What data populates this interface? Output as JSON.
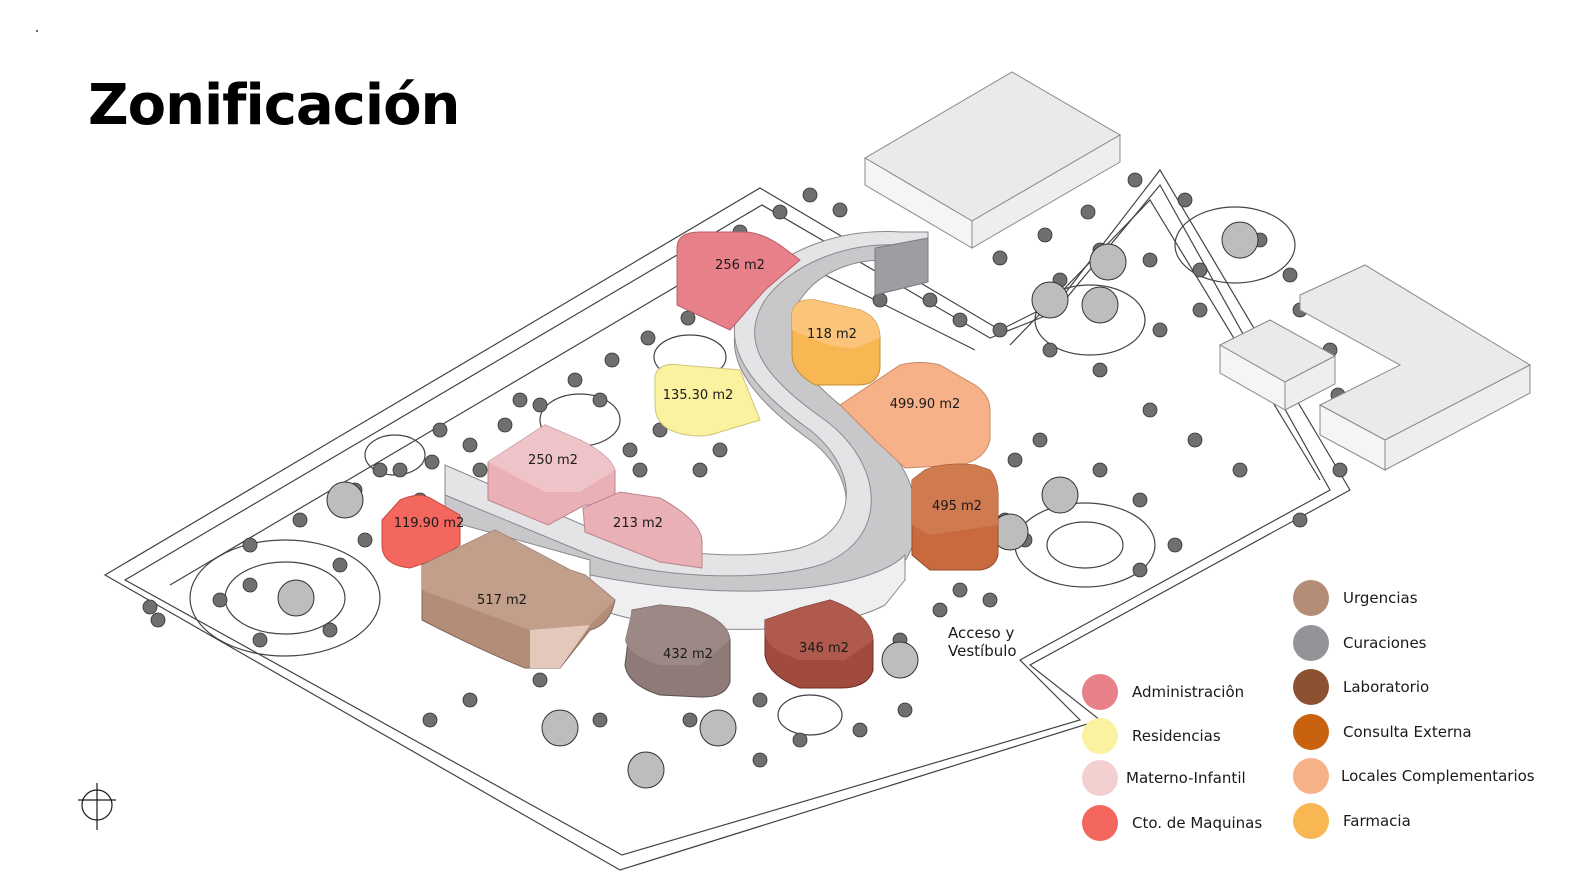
{
  "title": "Zonificación",
  "access_label": [
    "Acceso y",
    "Vestíbulo"
  ],
  "areas": [
    {
      "label": "256 m2",
      "zone": "Administraciôn"
    },
    {
      "label": "118 m2",
      "zone": "Farmacia"
    },
    {
      "label": "135.30 m2",
      "zone": "Residencias"
    },
    {
      "label": "499.90 m2",
      "zone": "Locales Complementarios"
    },
    {
      "label": "250 m2",
      "zone": "Materno-Infantil"
    },
    {
      "label": "213 m2",
      "zone": "Materno-Infantil"
    },
    {
      "label": "119.90 m2",
      "zone": "Cto. de Maquinas"
    },
    {
      "label": "495 m2",
      "zone": "Consulta Externa"
    },
    {
      "label": "517 m2",
      "zone": "Urgencias"
    },
    {
      "label": "432 m2",
      "zone": "Curaciones"
    },
    {
      "label": "346 m2",
      "zone": "Laboratorio"
    }
  ],
  "legend_left": [
    {
      "label": "Administraciôn",
      "color": "#e8808a"
    },
    {
      "label": "Residencias",
      "color": "#fbf2a0"
    },
    {
      "label": "Materno-Infantil",
      "color": "#f4cfd0"
    },
    {
      "label": "Cto. de Maquinas",
      "color": "#f3675e"
    }
  ],
  "legend_right": [
    {
      "label": "Urgencias",
      "color": "#b48d77"
    },
    {
      "label": "Curaciones",
      "color": "#959399"
    },
    {
      "label": "Laboratorio",
      "color": "#8b5130"
    },
    {
      "label": "Consulta Externa",
      "color": "#c9620e"
    },
    {
      "label": "Locales Complementarios",
      "color": "#f7b189"
    },
    {
      "label": "Farmacia",
      "color": "#f9b753"
    }
  ],
  "icons": [
    "north-arrow-icon"
  ]
}
